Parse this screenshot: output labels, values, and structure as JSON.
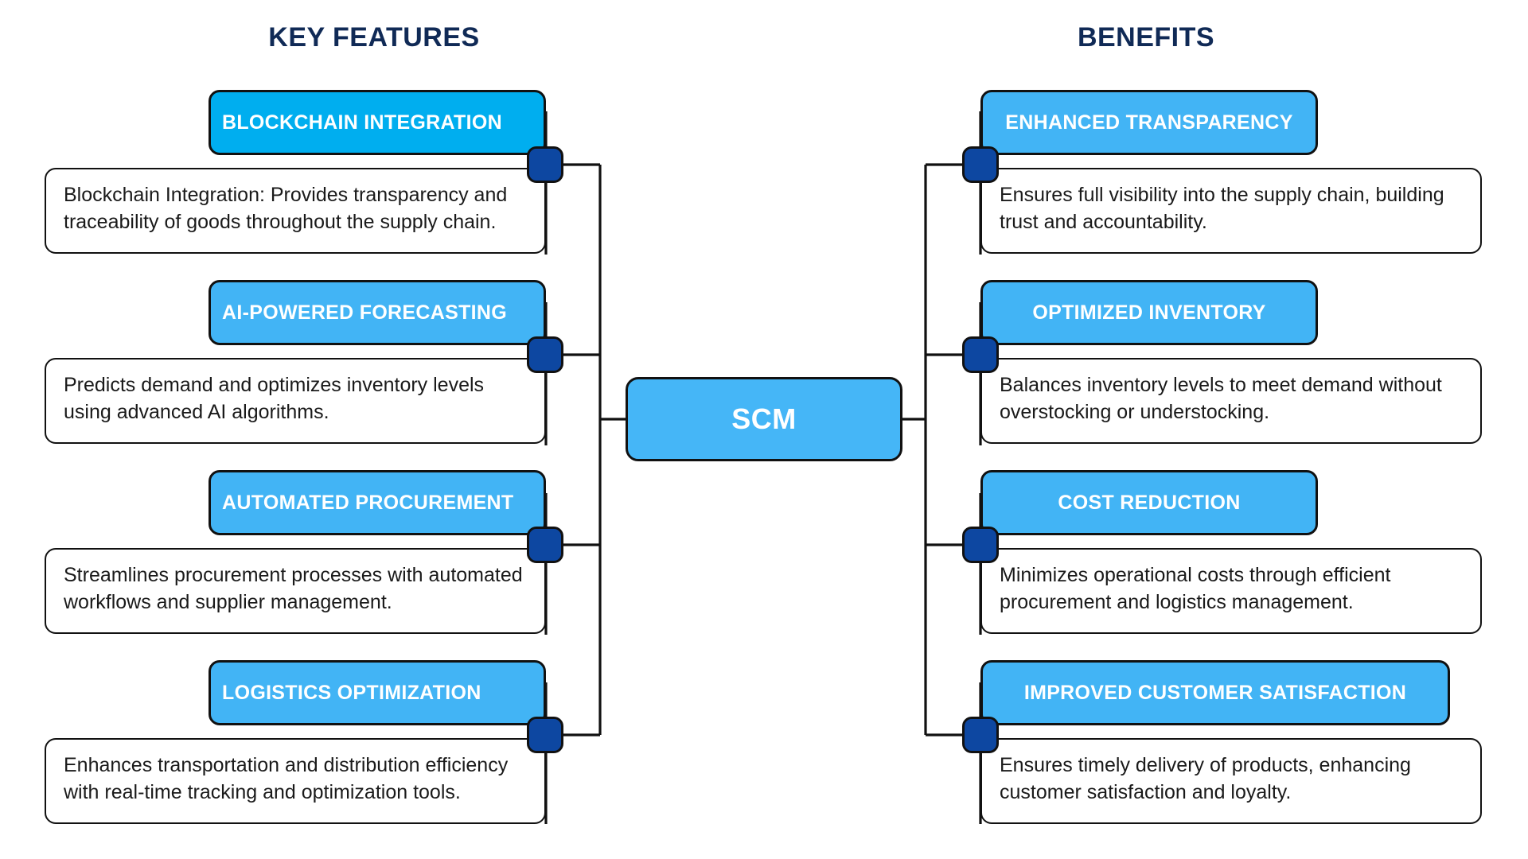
{
  "diagram": {
    "center": {
      "label": "SCM",
      "fill": "#45B6F7"
    },
    "columns": [
      {
        "title": "KEY FEATURES",
        "side": "left",
        "items": [
          {
            "header": "BLOCKCHAIN INTEGRATION",
            "header_fill": "#00AEEF",
            "body": "Blockchain Integration: Provides transparency and traceability of goods throughout the supply chain."
          },
          {
            "header": "AI-POWERED FORECASTING",
            "header_fill": "#42B4F5",
            "body": "Predicts demand and optimizes inventory levels using advanced AI algorithms."
          },
          {
            "header": "AUTOMATED PROCUREMENT",
            "header_fill": "#42B4F5",
            "body": "Streamlines procurement processes with automated workflows and supplier management."
          },
          {
            "header": "LOGISTICS OPTIMIZATION",
            "header_fill": "#42B4F5",
            "body": "Enhances transportation and distribution efficiency with real-time tracking and optimization tools."
          }
        ]
      },
      {
        "title": "BENEFITS",
        "side": "right",
        "items": [
          {
            "header": "ENHANCED TRANSPARENCY",
            "header_fill": "#42B4F5",
            "body": "Ensures full visibility into the supply chain, building trust and accountability."
          },
          {
            "header": "OPTIMIZED INVENTORY",
            "header_fill": "#42B4F5",
            "body": "Balances inventory levels to meet demand without overstocking or understocking."
          },
          {
            "header": "COST REDUCTION",
            "header_fill": "#42B4F5",
            "body": "Minimizes operational costs through efficient procurement and logistics management."
          },
          {
            "header": "IMPROVED CUSTOMER SATISFACTION",
            "header_fill": "#42B4F5",
            "body": "Ensures timely delivery of products, enhancing customer satisfaction and loyalty."
          }
        ]
      }
    ],
    "colors": {
      "title": "#102A56",
      "knob": "#0D47A1",
      "stroke": "#111111",
      "background": "#FFFFFF"
    }
  }
}
